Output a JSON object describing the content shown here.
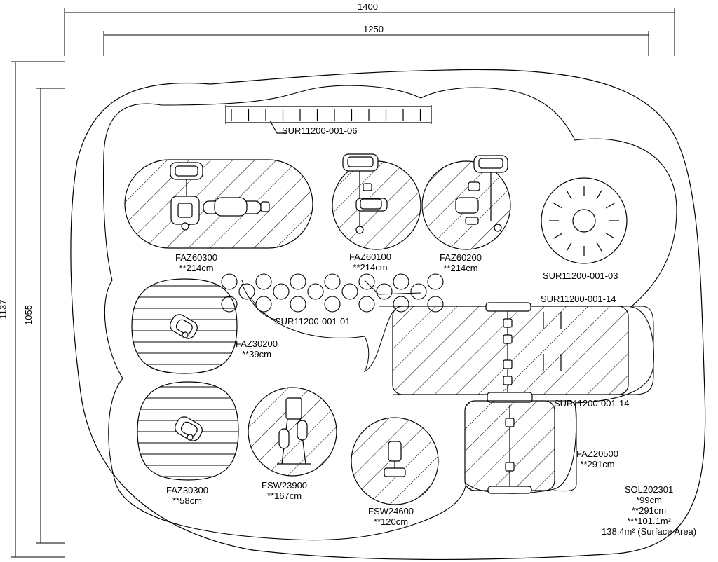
{
  "dimensions": {
    "outer_width": "1400",
    "inner_width": "1250",
    "outer_height": "1137",
    "inner_height": "1055"
  },
  "equipment": [
    {
      "code": "SUR11200-001-06",
      "height": ""
    },
    {
      "code": "FAZ60300",
      "height": "**214cm"
    },
    {
      "code": "FAZ60100",
      "height": "**214cm"
    },
    {
      "code": "FAZ60200",
      "height": "**214cm"
    },
    {
      "code": "SUR11200-001-03",
      "height": ""
    },
    {
      "code": "SUR11200-001-01",
      "height": ""
    },
    {
      "code": "SUR11200-001-14",
      "height": ""
    },
    {
      "code": "FAZ30200",
      "height": "**39cm"
    },
    {
      "code": "SUR11200-001-14",
      "height": ""
    },
    {
      "code": "FAZ20500",
      "height": "**291cm"
    },
    {
      "code": "FAZ30300",
      "height": "**58cm"
    },
    {
      "code": "FSW23900",
      "height": "**167cm"
    },
    {
      "code": "FSW24600",
      "height": "**120cm"
    }
  ],
  "surface": {
    "code": "SOL202301",
    "line1": "*99cm",
    "line2": "**291cm",
    "line3": "***101.1m²",
    "line4": "138.4m² (Surface Area)"
  }
}
